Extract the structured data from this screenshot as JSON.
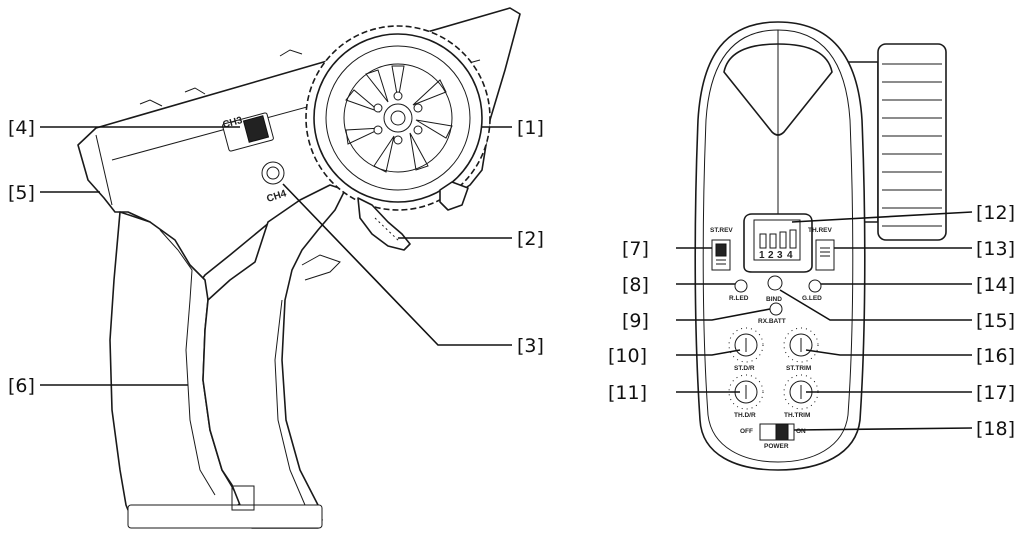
{
  "callouts": {
    "c1": "[1]",
    "c2": "[2]",
    "c3": "[3]",
    "c4": "[4]",
    "c5": "[5]",
    "c6": "[6]",
    "c7": "[7]",
    "c8": "[8]",
    "c9": "[9]",
    "c10": "[10]",
    "c11": "[11]",
    "c12": "[12]",
    "c13": "[13]",
    "c14": "[14]",
    "c15": "[15]",
    "c16": "[16]",
    "c17": "[17]",
    "c18": "[18]"
  },
  "side_labels": {
    "ch3": "CH3",
    "ch4": "CH4"
  },
  "panel_labels": {
    "st_rev": "ST.REV",
    "th_rev": "TH.REV",
    "r_led": "R.LED",
    "g_led": "G.LED",
    "bind": "BIND",
    "rx_batt": "RX.BATT",
    "st_dr": "ST.D/R",
    "st_trim": "ST.TRIM",
    "th_dr": "TH.D/R",
    "th_trim": "TH.TRIM",
    "off": "OFF",
    "on": "ON",
    "power": "POWER",
    "disp_1": "1",
    "disp_2": "2",
    "disp_3": "3",
    "disp_4": "4"
  }
}
